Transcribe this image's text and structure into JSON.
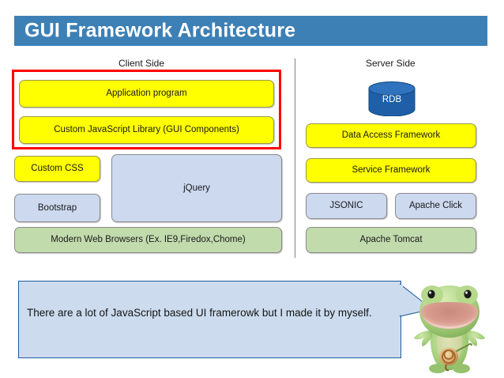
{
  "slide": {
    "title": "GUI Framework Architecture",
    "title_bar_color": "#3d80b5",
    "background": "#ffffff"
  },
  "sections": {
    "client": {
      "caption": "Client Side",
      "highlight_color": "#ff0000",
      "boxes": [
        {
          "id": "application-program",
          "label": "Application program",
          "color": "#ffff00",
          "highlighted": true
        },
        {
          "id": "custom-javascript-library",
          "label": "Custom JavaScript Library (GUI Components)",
          "color": "#ffff00",
          "highlighted": true
        },
        {
          "id": "custom-css",
          "label": "Custom CSS",
          "color": "#ffff00",
          "highlighted": false
        },
        {
          "id": "bootstrap",
          "label": "Bootstrap",
          "color": "#ccd9ef",
          "highlighted": false
        },
        {
          "id": "jquery",
          "label": "jQuery",
          "color": "#ccd9ef",
          "highlighted": false
        },
        {
          "id": "modern-web-browsers",
          "label": "Modern Web Browsers   (Ex. IE9,Firedox,Chome)",
          "color": "#c2dbad",
          "highlighted": false
        }
      ]
    },
    "server": {
      "caption": "Server Side",
      "database": {
        "id": "rdb",
        "label": "RDB",
        "color": "#1f5fa8"
      },
      "boxes": [
        {
          "id": "data-access-framework",
          "label": "Data Access Framework",
          "color": "#ffff00"
        },
        {
          "id": "service-framework",
          "label": "Service Framework",
          "color": "#ffff00"
        },
        {
          "id": "jsonic",
          "label": "JSONIC",
          "color": "#ccd9ef"
        },
        {
          "id": "apache-click",
          "label": "Apache Click",
          "color": "#ccd9ef"
        },
        {
          "id": "apache-tomcat",
          "label": "Apache Tomcat",
          "color": "#c2dbad"
        }
      ]
    }
  },
  "callout": {
    "text": "There are a lot of JavaScript based UI framerowk but I made it by myself.",
    "fill": "#ccdcee",
    "border": "#1f5c99",
    "speaker": "frog-plush-mascot"
  }
}
